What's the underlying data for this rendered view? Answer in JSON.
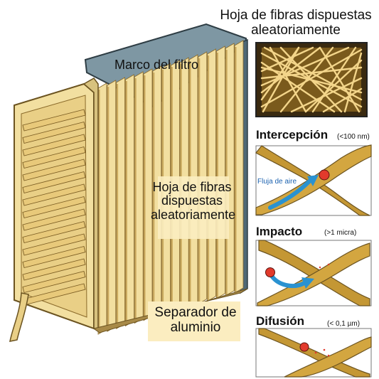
{
  "labels": {
    "top_right_title": "Hoja de fibras dispuestas aleatoriamente",
    "frame": "Marco del filtro",
    "media": "Hoja de fibras dispuestas aleatoriamente",
    "separator": "Separador de aluminio"
  },
  "mechanisms": [
    {
      "title": "Intercepción",
      "size": "(<100 nm)",
      "flow_label": "Fluja de aire"
    },
    {
      "title": "Impacto",
      "size": "(>1 micra)"
    },
    {
      "title": "Difusión",
      "size": "(< 0,1 µm)"
    }
  ],
  "colors": {
    "pleat": "#f2dfa0",
    "pleat_shade": "#c9a85c",
    "frame": "#7e97a3",
    "frame_dark": "#4f6875",
    "fiber": "#c39a3c",
    "particle": "#e23a2c",
    "airflow": "#2a92d1",
    "label_bg": "#fbedc0"
  }
}
